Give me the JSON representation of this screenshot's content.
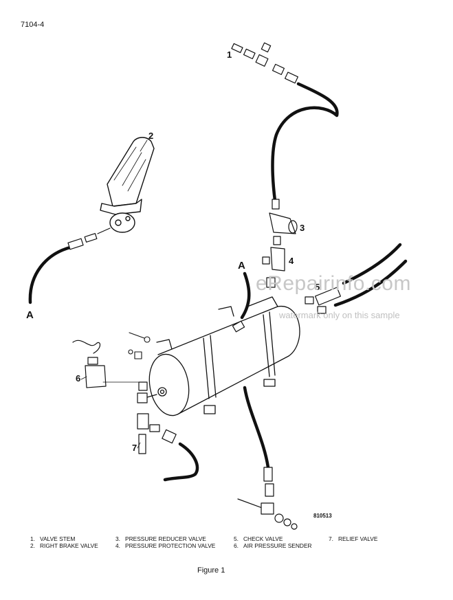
{
  "document_id": "7104-4",
  "figure_caption": "Figure 1",
  "drawing_number": "810513",
  "watermark": {
    "main": "eRepairinfo.com",
    "sub": "watermark only on this sample"
  },
  "callouts": {
    "c1": "1",
    "c2": "2",
    "c3": "3",
    "c4": "4",
    "c5": "5",
    "c6": "6",
    "c7": "7",
    "a_top": "A",
    "a_left": "A"
  },
  "legend": [
    {
      "num": "1.",
      "label": "VALVE STEM"
    },
    {
      "num": "2.",
      "label": "RIGHT BRAKE VALVE"
    },
    {
      "num": "3.",
      "label": "PRESSURE REDUCER VALVE"
    },
    {
      "num": "4.",
      "label": "PRESSURE PROTECTION VALVE"
    },
    {
      "num": "5.",
      "label": "CHECK VALVE"
    },
    {
      "num": "6.",
      "label": "AIR PRESSURE SENDER"
    },
    {
      "num": "7.",
      "label": "RELIEF VALVE"
    }
  ]
}
